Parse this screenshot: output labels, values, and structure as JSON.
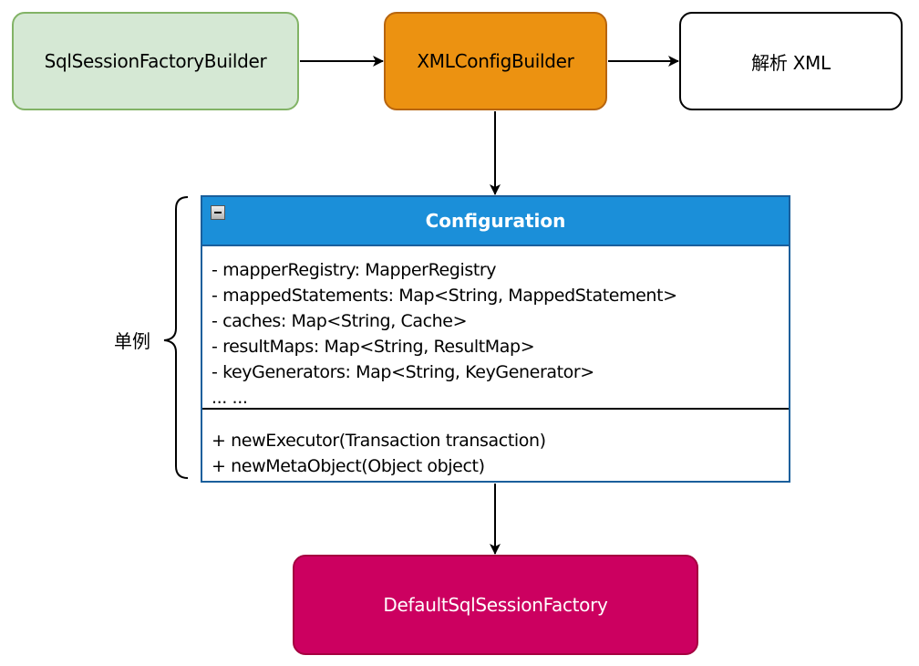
{
  "nodes": {
    "builder": {
      "label": "SqlSessionFactoryBuilder",
      "fill": "#d5e8d4",
      "stroke": "#82b366"
    },
    "xml_config": {
      "label": "XMLConfigBuilder",
      "fill": "#ec9211",
      "stroke": "#b7650f"
    },
    "parse_xml": {
      "label": "解析 XML",
      "fill": "#ffffff",
      "stroke": "#000000"
    },
    "default_factory": {
      "label": "DefaultSqlSessionFactory",
      "fill": "#cc0060",
      "stroke": "#a50040"
    }
  },
  "configuration_class": {
    "title": "Configuration",
    "header_color": "#1b8fd9",
    "collapse_icon": "minus-collapse-icon",
    "attributes": [
      "- mapperRegistry:  MapperRegistry",
      "- mappedStatements:  Map<String, MappedStatement>",
      "- caches:  Map<String, Cache>",
      "- resultMaps:  Map<String, ResultMap>",
      "- keyGenerators:  Map<String, KeyGenerator>",
      "... ..."
    ],
    "methods": [
      "+ newExecutor(Transaction transaction)",
      "+ newMetaObject(Object object)"
    ]
  },
  "annotation": {
    "label": "单例",
    "icon": "curly-brace-icon"
  },
  "edges": [
    {
      "from": "SqlSessionFactoryBuilder",
      "to": "XMLConfigBuilder"
    },
    {
      "from": "XMLConfigBuilder",
      "to": "解析 XML"
    },
    {
      "from": "XMLConfigBuilder",
      "to": "Configuration"
    },
    {
      "from": "Configuration",
      "to": "DefaultSqlSessionFactory"
    }
  ]
}
